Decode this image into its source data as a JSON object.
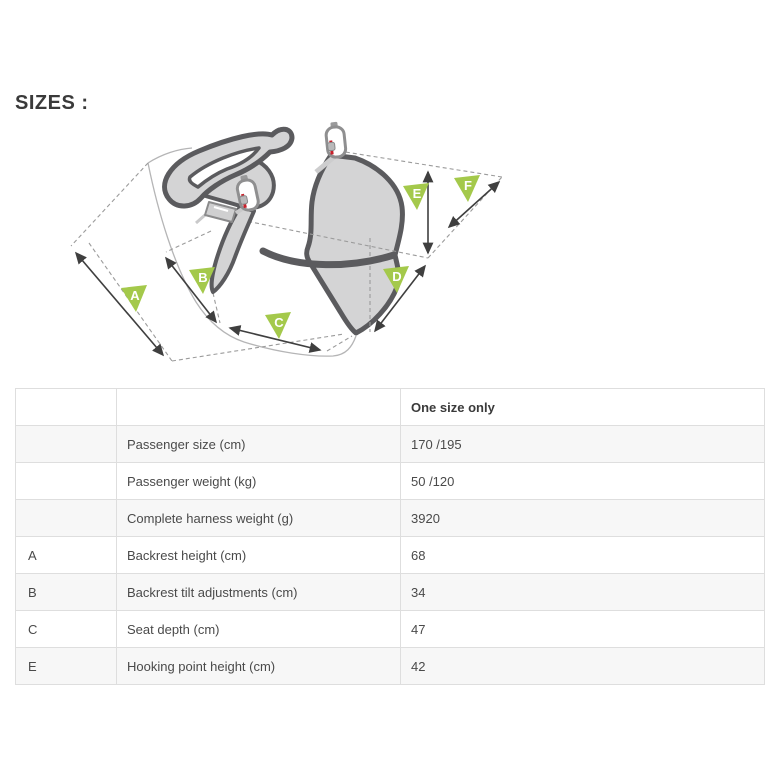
{
  "page": {
    "heading": "SIZES :"
  },
  "diagram": {
    "description": "tandem passenger harness dimension drawing",
    "labels": [
      {
        "letter": "A"
      },
      {
        "letter": "B"
      },
      {
        "letter": "C"
      },
      {
        "letter": "D"
      },
      {
        "letter": "E"
      },
      {
        "letter": "F"
      }
    ],
    "colors": {
      "label_green": "#a4c94b",
      "harness_fill": "#d4d4d5",
      "harness_outline": "#5b5b5e",
      "carabiner_red": "#c8202a",
      "arrow": "#3f3f3f",
      "dashed_line": "#9b9b9b"
    }
  },
  "table": {
    "header": {
      "col1": "",
      "col2": "",
      "col3": "One size only"
    },
    "rows": [
      {
        "letter": "",
        "label": "Passenger size (cm)",
        "value": "170 /195"
      },
      {
        "letter": "",
        "label": "Passenger weight (kg)",
        "value": "50 /120"
      },
      {
        "letter": "",
        "label": "Complete harness weight (g)",
        "value": "3920"
      },
      {
        "letter": "A",
        "label": "Backrest height (cm)",
        "value": "68"
      },
      {
        "letter": "B",
        "label": "Backrest tilt adjustments (cm)",
        "value": "34"
      },
      {
        "letter": "C",
        "label": "Seat depth (cm)",
        "value": "47"
      },
      {
        "letter": "E",
        "label": "Hooking point height (cm)",
        "value": "42"
      }
    ]
  }
}
